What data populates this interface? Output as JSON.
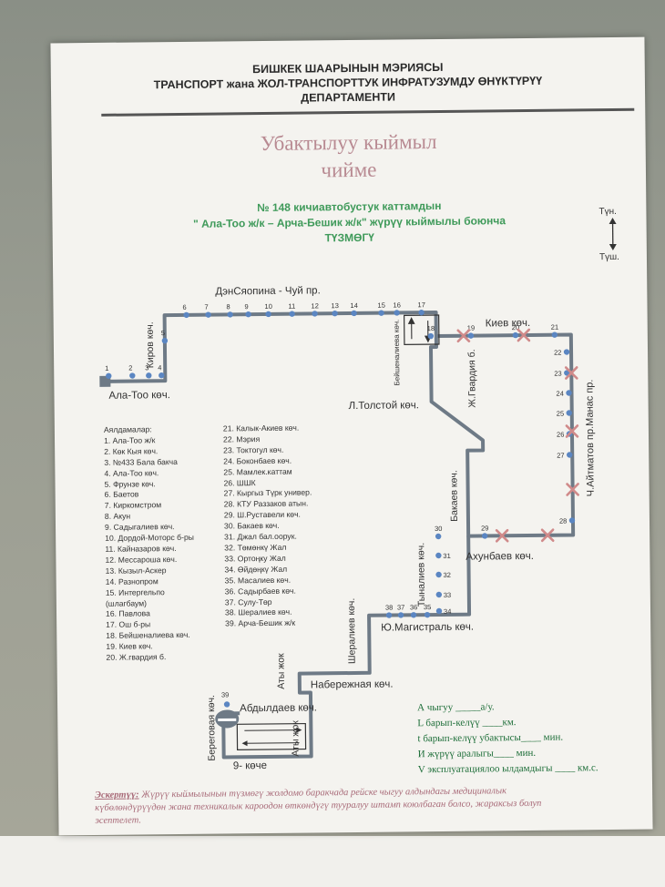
{
  "header": {
    "line1": "БИШКЕК ШААРЫНЫН МЭРИЯСЫ",
    "line2": "ТРАНСПОРТ жана ЖОЛ-ТРАНСПОРТТУК ИНФРАТУЗУМДУ ӨНҮКТҮРҮҮ",
    "line3": "ДЕПАРТАМЕНТИ"
  },
  "title": {
    "line1": "Убактылуу кыймыл",
    "line2": "чийме"
  },
  "subtitle": {
    "line1": "№ 148  кичиавтобустук каттамдын",
    "line2": "\" Ала-Тоо ж/к – Арча-Бешик ж/к\" жүрүү кыймылы боюнча",
    "line3": "ТҮЗМӨГҮ"
  },
  "compass": {
    "north": "Түн.",
    "south": "Түш."
  },
  "streets": {
    "dzerzhinsky": "ДэнСяопина - Чуй пр.",
    "kirov": "Киров көч.",
    "alatoo": "Ала-Тоо көч.",
    "beishenalieva": "Бейшеналиева көч.",
    "jgvardia": "Ж.Гвардия б.",
    "kiev": "Киев көч.",
    "aitmatov": "Ч.Айтматов пр.Манас пр.",
    "tolstoy": "Л.Толстой көч.",
    "bakaev": "Бакаев көч.",
    "akhunbaev": "Ахунбаев көч.",
    "tynaliev": "Тыналиев көч.",
    "magistral": "Ю.Магистраль көч.",
    "sheraliev": "Шералиев көч.",
    "naberezhnaya": "Набережная көч.",
    "aty_jok1": "Аты жок",
    "aty_jok2": "Аты жок",
    "abdyldaev": "Абдылдаев көч.",
    "beregovaya": "Береговая көч.",
    "ninth": "9- көче"
  },
  "legend": {
    "heading": "Аялдамалар:",
    "col1": [
      "1. Ала-Тоо ж/к",
      "2. Көк Кыя көч.",
      "3. №433 Бала бакча",
      "4. Ала-Тоо көч.",
      "5. Фрунзе көч.",
      "6. Баетов",
      "7. Киркомстром",
      "8. Акун",
      "9. Садыгалиев көч.",
      "10. Дордой-Моторс б-ры",
      "11. Кайназаров көч.",
      "12. Мессароша көч.",
      "13. Кызыл-Аскер",
      "14. Разнопром",
      "15. Интергельпо",
      "(шлагбаум)",
      "16. Павлова",
      "17. Ош б-ры",
      "18. Бейшеналиева көч.",
      "19. Киев көч.",
      "20. Ж.гвардия б."
    ],
    "col2": [
      "21. Калык-Акиев көч.",
      "22. Мэрия",
      "23. Токтогул көч.",
      "24. Боконбаев көч.",
      "25. Мамлек.каттам",
      "26. ШШК",
      "27. Кыргыз Түрк универ.",
      "28. КТУ Раззаков атын.",
      "29. Ш.Руставели көч.",
      "30. Бакаев көч.",
      "31. Джал бал.оорук.",
      "32. Төмөнкү Жал",
      "33. Ортоңку Жал",
      "34. Өйдөңкү Жал",
      "35. Масалиев көч.",
      "36. Садырбаев көч.",
      "37. Сулу-Төр",
      "38. Шералиев көч.",
      "39. Арча-Бешик ж/к"
    ]
  },
  "info": {
    "l1": "А чыгуу _____а/у.",
    "l2": "L барып-келүү ____км.",
    "l3": "t барып-келүү убактысы____ мин.",
    "l4": "И жүрүү аралыгы____  мин.",
    "l5": "V эксплуатациялоо ылдамдыгы ____ км.с."
  },
  "note": {
    "label": "Эскертүү:",
    "text1": "Жүрүү кыймылынын түзмөгү жолдомо баракчада рейске чыгуу алдындагы медициналык",
    "text2": "күбөлөндүрүүдөн жана техникалык кароодон өткөндүгү тууралуу штамп коюлбаган болсо, жараксыз болуп",
    "text3": "эсептелет."
  },
  "stops": [
    "1",
    "2",
    "3",
    "4",
    "5",
    "6",
    "7",
    "8",
    "9",
    "10",
    "11",
    "12",
    "13",
    "14",
    "15",
    "16",
    "17",
    "18",
    "19",
    "20",
    "21",
    "22",
    "23",
    "24",
    "25",
    "26",
    "27",
    "28",
    "29",
    "30",
    "31",
    "32",
    "33",
    "34",
    "35",
    "36",
    "37",
    "38",
    "39"
  ],
  "colors": {
    "route": "#6e7a86",
    "stop": "#5b86c2",
    "cross": "#d08a8a",
    "title": "#b88a92",
    "green": "#3f9a5a"
  }
}
